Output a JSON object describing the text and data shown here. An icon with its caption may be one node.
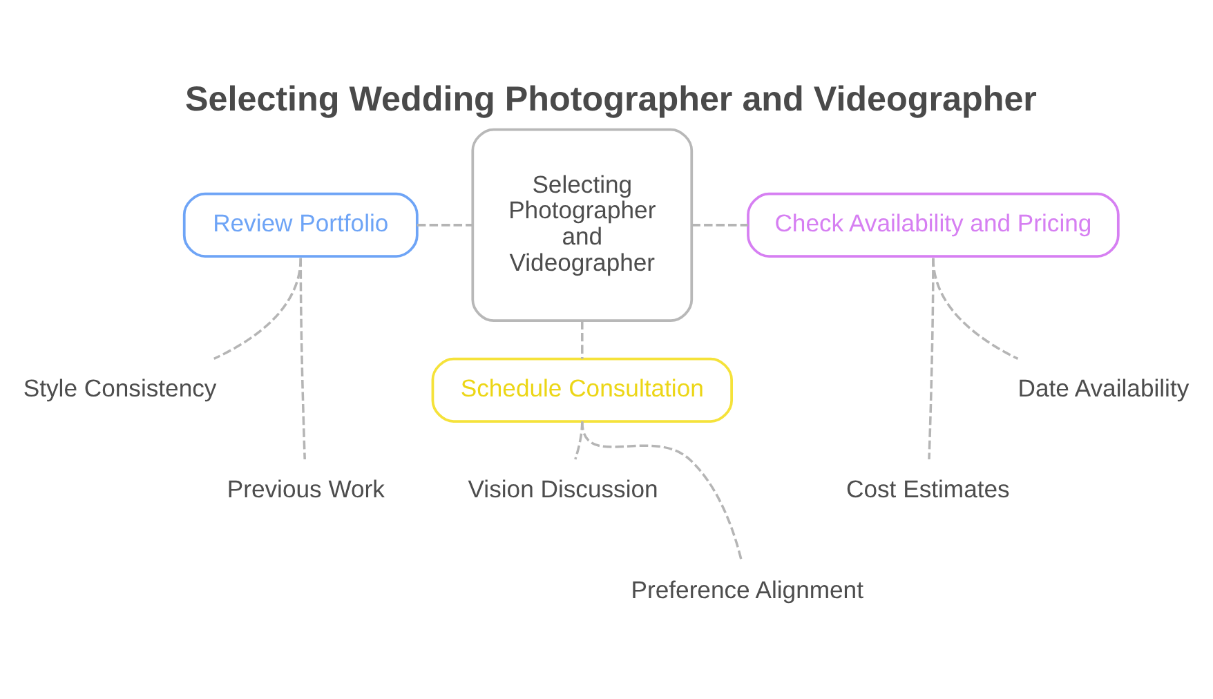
{
  "diagram": {
    "title": "Selecting Wedding Photographer and Videographer",
    "nodes": [
      {
        "text": [
          "Selecting Photographer and Videographer"
        ]
      },
      {
        "text": [
          "Review Portfolio"
        ]
      },
      {
        "text": [
          "Style Consistency"
        ]
      },
      {
        "text": [
          "Previous Work"
        ]
      },
      {
        "text": [
          "Check Availability and Pricing"
        ]
      },
      {
        "text": [
          "Date Availability"
        ]
      },
      {
        "text": [
          "Cost Estimates"
        ]
      },
      {
        "text": [
          "Schedule Consultation"
        ]
      },
      {
        "text": [
          "Vision Discussion"
        ]
      },
      {
        "text": [
          "Preference Alignment"
        ]
      }
    ],
    "edges": [
      {
        "from": 1,
        "to": 0,
        "arrow": "none",
        "style": "dashed"
      },
      {
        "from": 0,
        "to": 4,
        "arrow": "none",
        "style": "dashed"
      },
      {
        "from": 0,
        "to": 7,
        "arrow": "none",
        "style": "dashed"
      },
      {
        "from": 1,
        "to": 2,
        "arrow": "none",
        "style": "dashed"
      },
      {
        "from": 1,
        "to": 3,
        "arrow": "none",
        "style": "dashed"
      },
      {
        "from": 4,
        "to": 5,
        "arrow": "none",
        "style": "dashed"
      },
      {
        "from": 4,
        "to": 6,
        "arrow": "none",
        "style": "dashed"
      },
      {
        "from": 7,
        "to": 8,
        "arrow": "none",
        "style": "dashed"
      },
      {
        "from": 7,
        "to": 9,
        "arrow": "none",
        "style": "dashed"
      }
    ]
  }
}
